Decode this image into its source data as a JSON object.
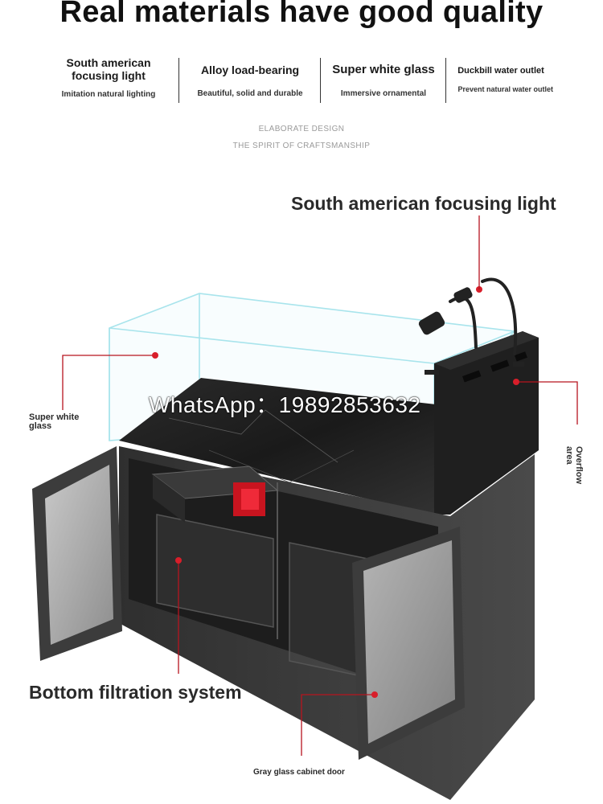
{
  "headline": "Real materials have good quality",
  "features": [
    {
      "title": "South american focusing light",
      "subtitle": "Imitation natural lighting"
    },
    {
      "title": "Alloy load-bearing",
      "subtitle": "Beautiful, solid and durable"
    },
    {
      "title": "Super white glass",
      "subtitle": "Immersive ornamental"
    },
    {
      "title": "Duckbill water outlet",
      "subtitle": "Prevent natural water outlet"
    }
  ],
  "tagline": {
    "line1": "ELABORATE DESIGN",
    "line2": "THE SPIRIT OF CRAFTSMANSHIP"
  },
  "callouts": {
    "light": "South american focusing light",
    "glass": "Super white glass",
    "overflow": "Overflow area",
    "filtration": "Bottom filtration system",
    "door": "Gray glass cabinet door"
  },
  "watermark": "WhatsApp：19892853632",
  "colors": {
    "accent": "#d81e2a",
    "cabinet": "#3a3a3a",
    "glass_edge": "#a8e4ec"
  }
}
